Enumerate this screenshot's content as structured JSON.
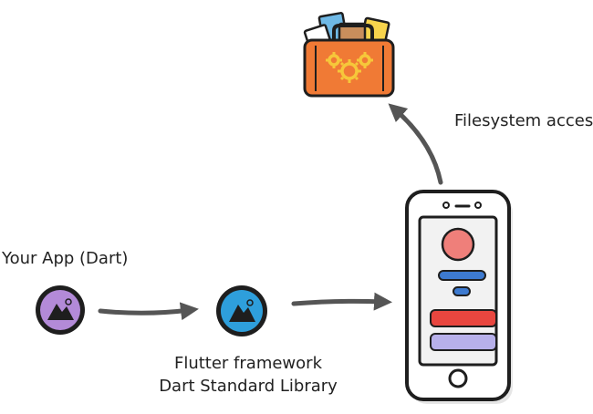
{
  "labels": {
    "filesystem": "Filesystem access",
    "your_app": "Your App (Dart)",
    "flutter_line1": "Flutter framework",
    "flutter_line2": "Dart Standard Library"
  },
  "icons": {
    "app_icon": "image-icon",
    "flutter_icon": "image-icon",
    "briefcase": "briefcase-with-gears-icon",
    "phone": "smartphone-icon"
  },
  "colors": {
    "stroke": "#1e1e1e",
    "arrow": "#555555",
    "app_purple": "#b38ad8",
    "flutter_blue": "#2e9fdc",
    "briefcase_orange": "#f07a35",
    "gear_yellow": "#f6c73a",
    "avatar_pink": "#ef7f7a",
    "bar_blue": "#3d7ad0",
    "bar_red": "#e8463f",
    "bar_lavender": "#b7b0ea",
    "phone_bg": "#f2f2f2"
  }
}
